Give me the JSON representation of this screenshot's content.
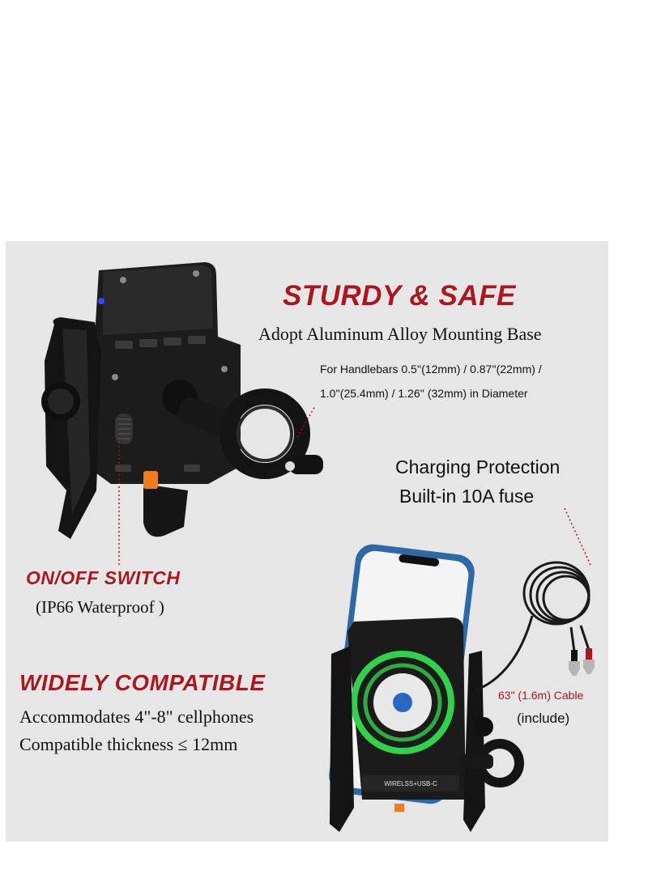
{
  "colors": {
    "accent_red": "#b0151c",
    "panel_bg": "#e6e6e6",
    "charger_green": "#2fd24a",
    "button_orange": "#f07c1e"
  },
  "sturdy": {
    "title": "STURDY & SAFE",
    "subtitle": "Adopt Aluminum Alloy Mounting Base",
    "handlebars_line1": "For Handlebars 0.5''(12mm) / 0.87''(22mm) /",
    "handlebars_line2": "1.0''(25.4mm) / 1.26'' (32mm) in Diameter"
  },
  "charging": {
    "line1": "Charging Protection",
    "line2": "Built-in 10A fuse"
  },
  "switch": {
    "title": "ON/OFF SWITCH",
    "note": "(IP66 Waterproof )"
  },
  "compatible": {
    "title": "WIDELY COMPATIBLE",
    "line1": "Accommodates 4\"-8\" cellphones",
    "line2": "Compatible thickness ≤ 12mm"
  },
  "cable": {
    "length": "63\" (1.6m) Cable",
    "note": "(include)"
  },
  "product": {
    "charger_label": "WIRELSS+USB-C",
    "icons": [
      "motorcycle-phone-mount-illustration",
      "mounted-phone-illustration",
      "power-cable-illustration"
    ]
  }
}
